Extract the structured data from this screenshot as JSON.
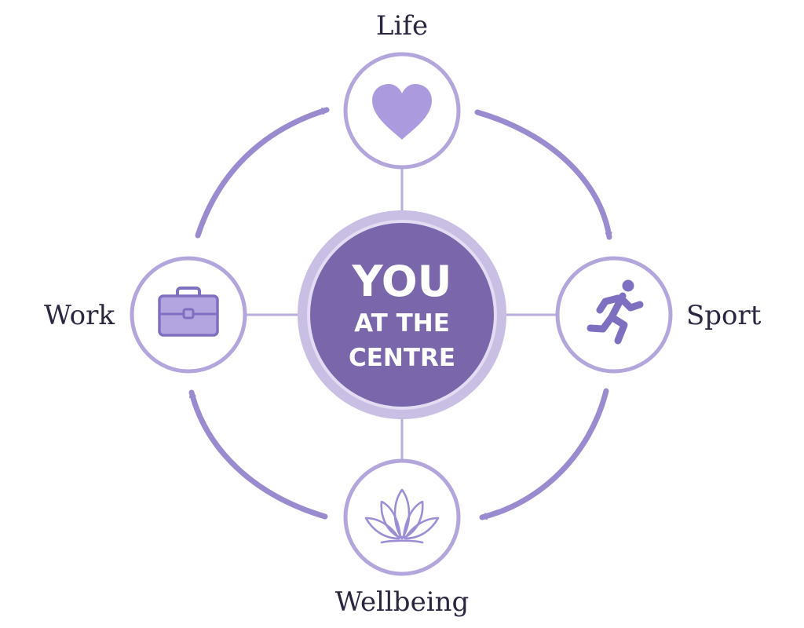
{
  "center": {
    "line1": "YOU",
    "line2": "AT THE",
    "line3": "CENTRE"
  },
  "nodes": [
    {
      "id": "life",
      "label": "Life",
      "icon": "heart-icon"
    },
    {
      "id": "sport",
      "label": "Sport",
      "icon": "running-person-icon"
    },
    {
      "id": "wellbeing",
      "label": "Wellbeing",
      "icon": "lotus-icon"
    },
    {
      "id": "work",
      "label": "Work",
      "icon": "briefcase-icon"
    }
  ],
  "colors": {
    "center_fill": "#7a66ab",
    "center_ring": "#c9bfe5",
    "node_ring": "#b3a6dc",
    "arrow": "#9a8bd0",
    "icon": "#ab9bde",
    "text": "#2a2640"
  }
}
